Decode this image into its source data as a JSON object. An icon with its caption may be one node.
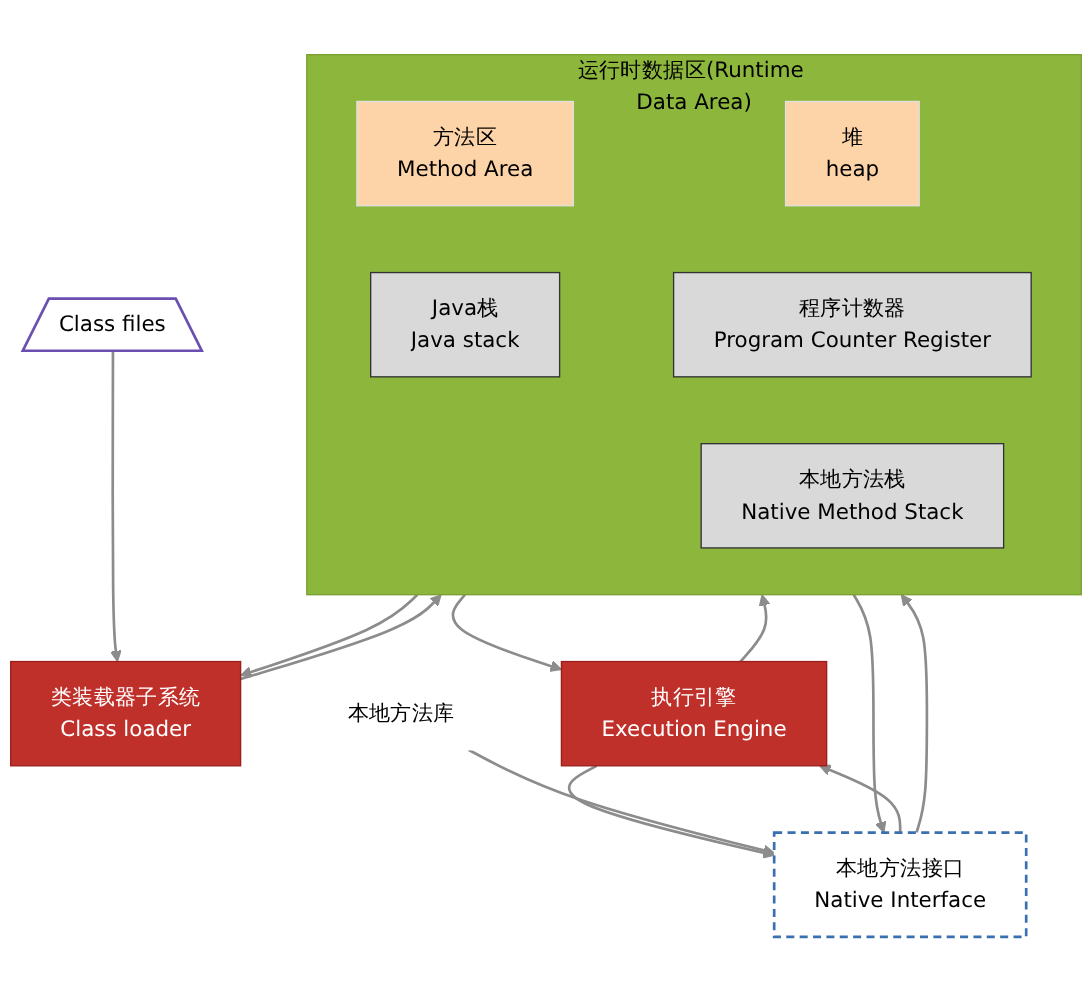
{
  "diagram": {
    "nodes": [
      {
        "text": [
          "Class files"
        ]
      },
      {
        "text": [
          "类装载器子系统",
          "Class loader"
        ]
      },
      {
        "text": [
          "运行时数据区(Runtime Data Area)"
        ]
      },
      {
        "text": [
          "方法区",
          "Method Area"
        ],
        "in": 2
      },
      {
        "text": [
          "Java栈",
          "Java stack"
        ],
        "in": 2
      },
      {
        "text": [
          "本地方法栈",
          "Native Method Stack"
        ],
        "in": 2
      },
      {
        "text": [
          "堆",
          "heap"
        ],
        "in": 2
      },
      {
        "text": [
          "程序计数器",
          "Program Counter Register"
        ],
        "in": 2
      },
      {
        "text": [
          "执行引擎",
          "Execution Engine"
        ]
      },
      {
        "text": [
          "本地方法接口",
          "Native Interface"
        ]
      },
      {
        "text": [
          "本地方法库"
        ]
      }
    ],
    "edges": [
      {
        "from": 0,
        "to": 1,
        "arrow": "to"
      },
      {
        "from": 1,
        "to": 2,
        "arrow": "to"
      },
      {
        "from": 2,
        "to": 1,
        "arrow": "to"
      },
      {
        "from": 2,
        "to": 8,
        "arrow": "to"
      },
      {
        "from": 8,
        "to": 2,
        "arrow": "to"
      },
      {
        "from": 2,
        "to": 9,
        "arrow": "to"
      },
      {
        "from": 9,
        "to": 2,
        "arrow": "to"
      },
      {
        "from": 8,
        "to": 9,
        "arrow": "to"
      },
      {
        "from": 9,
        "to": 8,
        "arrow": "to"
      },
      {
        "from": 10,
        "to": 9,
        "arrow": "to"
      }
    ]
  }
}
